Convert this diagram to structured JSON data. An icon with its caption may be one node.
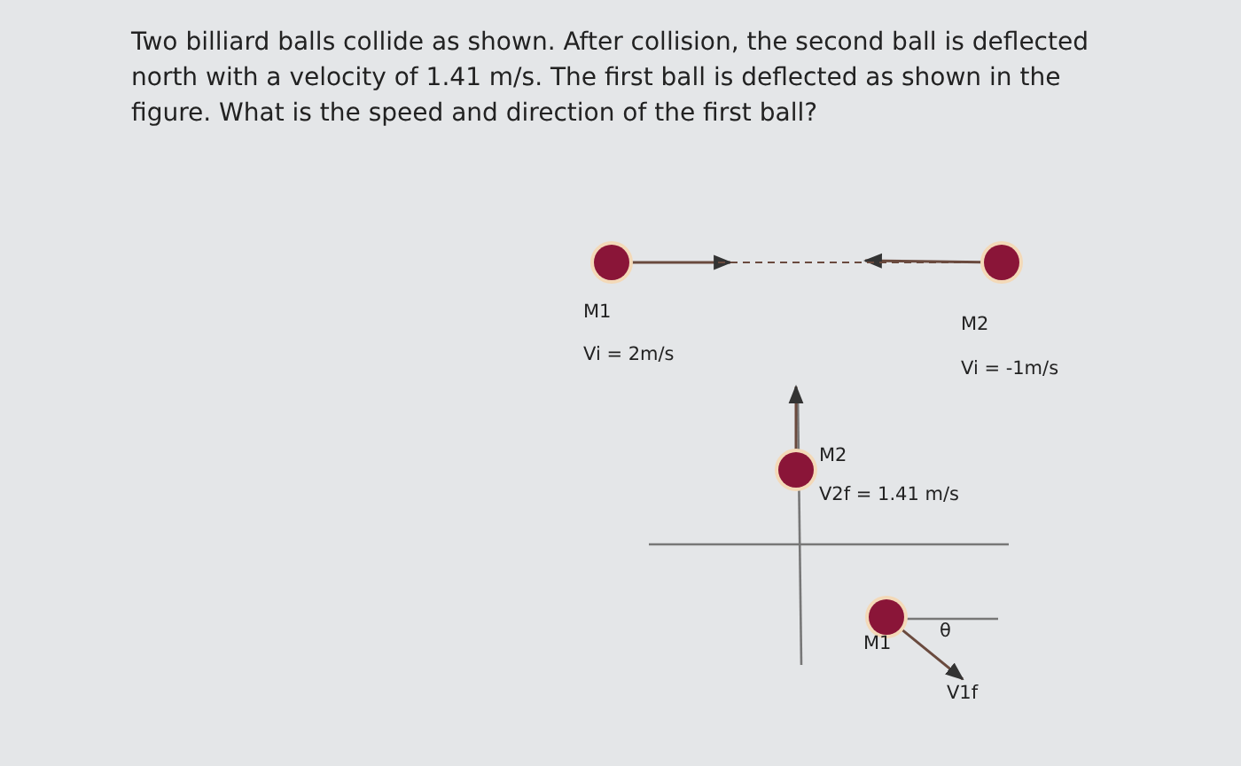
{
  "diagram": {
    "title": "Two billiard balls collide as shown. After collision, the second ball is deflected north with a velocity of 1.41 m/s. The first ball is deflected as shown in the figure. What is the speed and direction of the first ball?",
    "nodes": [
      {
        "text": [],
        "shape": "circle",
        "beside": [
          "M1",
          "Vi = 2m/s"
        ]
      },
      {
        "text": [],
        "shape": "circle",
        "beside": [
          "M2",
          "Vi = -1m/s"
        ]
      },
      {
        "text": [],
        "shape": "circle",
        "beside": [
          "M2",
          "V2f = 1.41 m/s"
        ]
      },
      {
        "text": [],
        "shape": "circle",
        "beside": [
          "M1"
        ]
      }
    ],
    "edges": [
      {
        "from": 0,
        "to": null,
        "arrow": "to"
      },
      {
        "from": 1,
        "to": null,
        "arrow": "to"
      },
      {
        "from": 0,
        "to": 1,
        "arrow": "none",
        "style": "dashed"
      },
      {
        "from": 2,
        "to": null,
        "arrow": "to"
      },
      {
        "from": 3,
        "to": null,
        "arrow": "to",
        "label": "V1f"
      }
    ],
    "labels": [
      "θ"
    ]
  }
}
